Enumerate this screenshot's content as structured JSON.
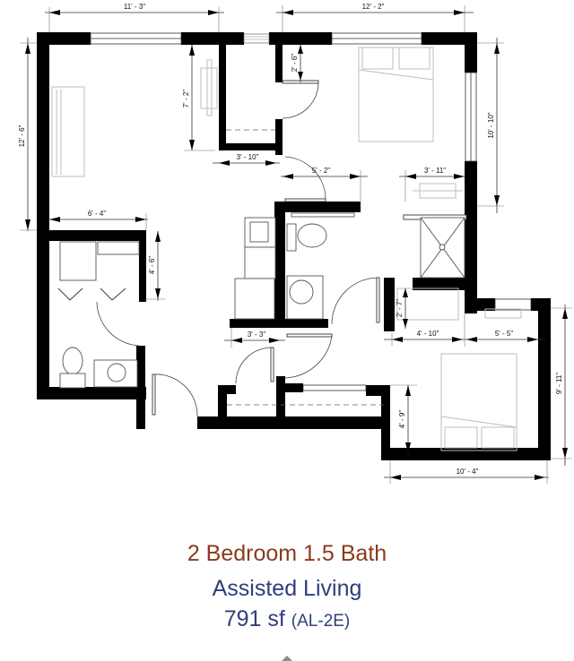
{
  "plan": {
    "title": "2 Bedroom 1.5 Bath",
    "subtitle": "Assisted Living",
    "area": "791 sf",
    "code": "(AL-2E)",
    "colors": {
      "title": "#8b3a1e",
      "subtitle": "#2e3f7c",
      "area": "#2e3f7c",
      "walls": "#000000"
    }
  },
  "dimensions": {
    "living_width": "11' - 3\"",
    "bedroom1_width": "12' - 2\"",
    "living_depth": "12' - 6\"",
    "closet_depth": "7' - 2\"",
    "closet_width": "3' - 10\"",
    "bedroom1_closet": "2' - 6\"",
    "hall_width": "5' - 2\"",
    "bedroom1_depth": "10' - 10\"",
    "wardrobe_width": "3' - 11\"",
    "entry_width": "6' - 4\"",
    "laundry_depth": "4' - 6\"",
    "kitchen_width": "3' - 3\"",
    "bedroom2_closet": "2' - 7\"",
    "bedroom2_closet_width": "4' - 10\"",
    "bedroom2_right": "5' - 5\"",
    "bedroom2_depth": "9' - 11\"",
    "bedroom2_alcove": "4' - 9\"",
    "bedroom2_width": "10' - 4\""
  }
}
